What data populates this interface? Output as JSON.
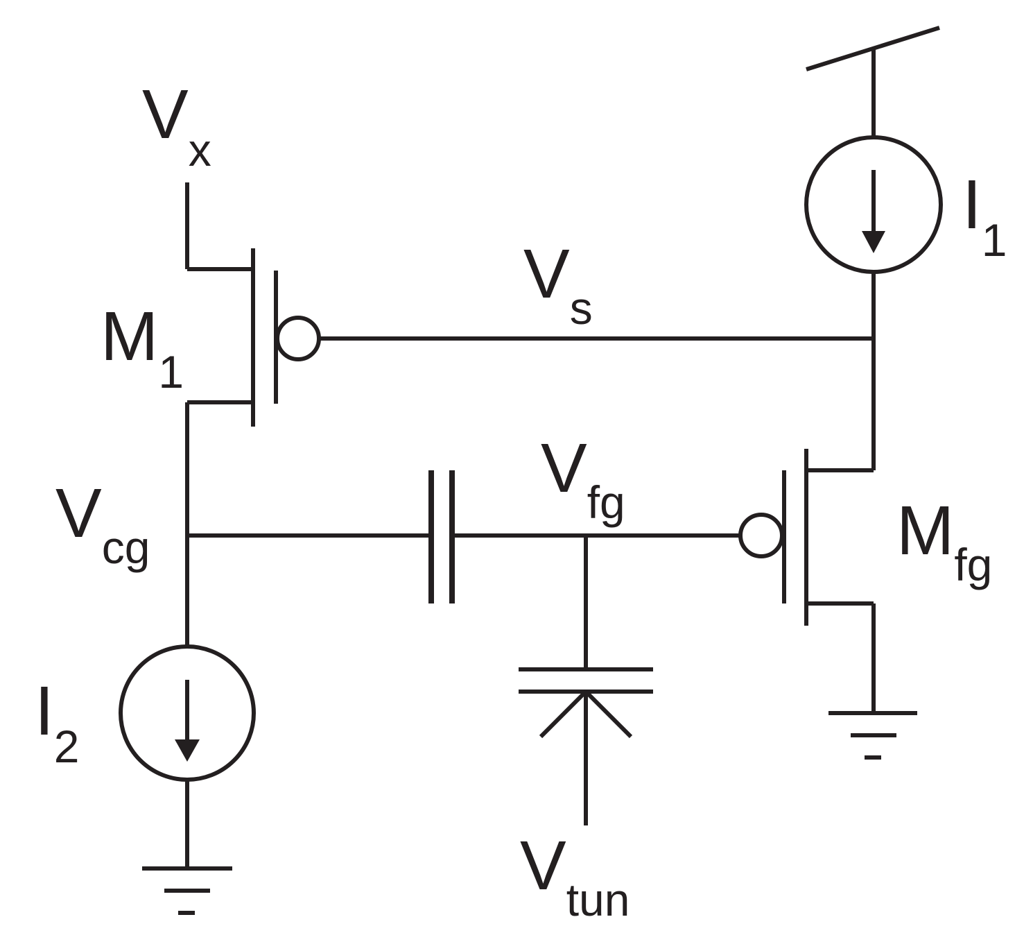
{
  "labels": {
    "vx": {
      "main": "V",
      "sub": "x"
    },
    "vs": {
      "main": "V",
      "sub": "s"
    },
    "vfg": {
      "main": "V",
      "sub": "fg"
    },
    "vcg": {
      "main": "V",
      "sub": "cg"
    },
    "vtun": {
      "main": "V",
      "sub": "tun"
    },
    "m1": {
      "main": "M",
      "sub": "1"
    },
    "mfg": {
      "main": "M",
      "sub": "fg"
    },
    "i1": {
      "main": "I",
      "sub": "1"
    },
    "i2": {
      "main": "I",
      "sub": "2"
    }
  },
  "colors": {
    "ink": "#231f20",
    "background": "#ffffff"
  }
}
